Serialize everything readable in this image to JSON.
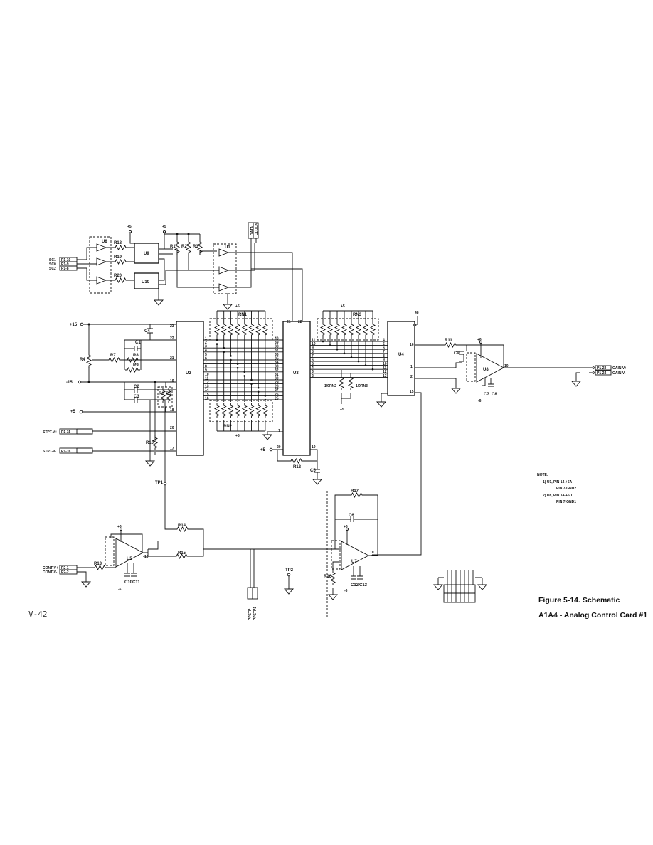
{
  "page_number": "V-42",
  "caption": {
    "line1": "Figure 5-14.  Schematic",
    "line2": "A1A4 - Analog Control Card #1"
  },
  "note": {
    "title": "NOTE:",
    "lines": [
      "1) U1, PIN 14-+5A",
      "PIN 7-GND2",
      "2) U8, PIN 14-+5D",
      "PIN 7-GND1"
    ]
  },
  "ics": {
    "u1": "U1",
    "u2": "U2",
    "u3": "U3",
    "u4": "U4",
    "u5": "U5",
    "u6": "U6",
    "u7": "U7",
    "u8": "U8",
    "u9": "U9",
    "u10": "U10"
  },
  "resistor_networks": {
    "rn1": "RN1",
    "rn2": "RN2",
    "rn3": "RN3",
    "half_rn2": "1/9RN2",
    "half_rn3": "1/9RN3"
  },
  "resistors": {
    "r1": "R1",
    "r2": "R2",
    "r3": "R3",
    "r4": "R4",
    "r5": "R5",
    "r6": "R6",
    "r7": "R7",
    "r8": "R8",
    "r9": "R9",
    "r10": "R10",
    "r11": "R11",
    "r12": "R12",
    "r13": "R13",
    "r14": "R14",
    "r15": "R15",
    "r16": "R16",
    "r17": "R17",
    "r18": "R18",
    "r19": "R19",
    "r20": "R20"
  },
  "capacitors": {
    "c1": "C1",
    "c2": "C2",
    "c3": "C3",
    "c4": "C4",
    "c5": "C5",
    "c6": "C6",
    "c7": "C7",
    "c8": "C8",
    "c9": "C9",
    "c10": "C10",
    "c11": "C11",
    "c12": "C12",
    "c13": "C13"
  },
  "test_points": {
    "tp1": "TP1",
    "tp2": "TP2"
  },
  "supplies": {
    "p15": "+15",
    "n15": "-15",
    "p5": "+5",
    "plus6": "+6",
    "minus6": "-6",
    "plus48": "48"
  },
  "signals": {
    "sc1": "SC1",
    "sc0": "SC0",
    "sc2": "SC2",
    "p1_10": "P1-10",
    "p1_9": "P1-9",
    "p1_8": "P1-8",
    "stpt_pos": "STPT-V+",
    "stpt_neg": "STPT-V-",
    "p1_15": "P1-15",
    "p1_16": "P1-16",
    "cont_pos": "CONT-V+",
    "cont_neg": "CONT-V-",
    "p2_1": "P2-1",
    "p2_2": "P2-2",
    "gain_pos": "GAIN V+",
    "gain_neg": "GAIN V-",
    "p1_23": "P1-23",
    "p1_24": "P1-24",
    "data": "DATA",
    "clock": "CLOCK",
    "ppstp": "PPSTP",
    "ppstp1": "PPSTP1"
  },
  "u2_left_pins": [
    "23",
    "22",
    "21",
    "19",
    "18",
    "20",
    "17"
  ],
  "u2_right_pins": [
    "1",
    "2",
    "3",
    "4",
    "5",
    "6",
    "7",
    "8",
    "9",
    "10",
    "11",
    "12",
    "13",
    "14",
    "15",
    "16"
  ],
  "u3_left_pins": [
    "40",
    "39",
    "38",
    "37",
    "36",
    "35",
    "34",
    "33",
    "32",
    "31",
    "30",
    "29",
    "28",
    "27",
    "26",
    "25"
  ],
  "u3_right_pins": [
    "11",
    "10",
    "9",
    "8",
    "7",
    "6",
    "5",
    "4",
    "3",
    "2",
    "1"
  ],
  "u4_left_pins": [
    "4",
    "5",
    "6",
    "7",
    "8",
    "9",
    "10",
    "11",
    "12",
    "13"
  ]
}
